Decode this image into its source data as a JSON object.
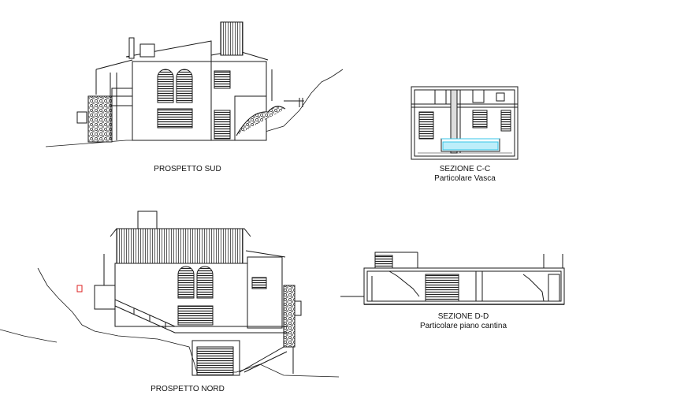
{
  "drawing": {
    "ink_color": "#1a1a1a",
    "water_color": "#35c6e8",
    "views": {
      "prospetto_sud": {
        "title": "PROSPETTO SUD"
      },
      "sezione_cc": {
        "title": "SEZIONE C-C",
        "subtitle": "Particolare Vasca"
      },
      "prospetto_nord": {
        "title": "PROSPETTO NORD"
      },
      "sezione_dd": {
        "title": "SEZIONE D-D",
        "subtitle": "Particolare piano cantina"
      }
    }
  }
}
